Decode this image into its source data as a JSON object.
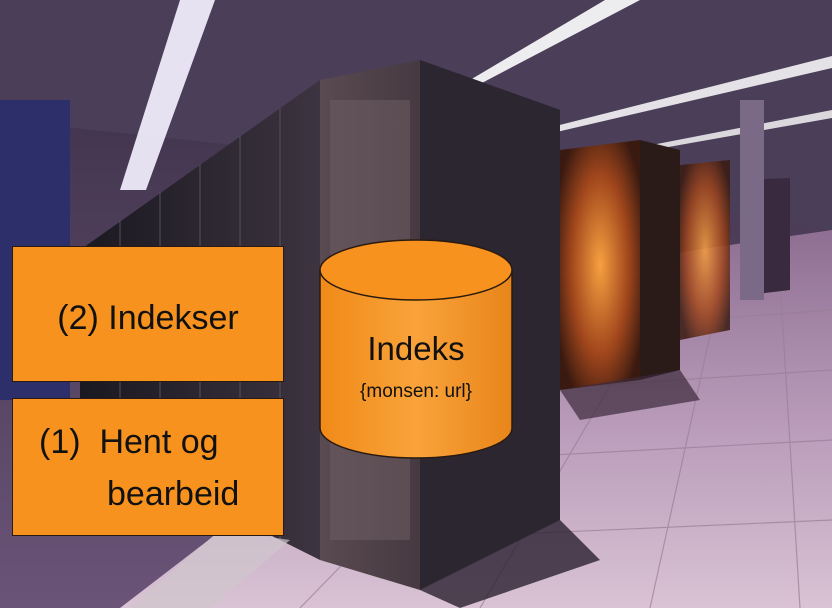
{
  "scene": {
    "description_icon": "server-room-photo"
  },
  "boxes": {
    "step2": "(2) Indekser",
    "step1_line1": "(1)  Hent og",
    "step1_line2": "bearbeid"
  },
  "database": {
    "title": "Indeks",
    "subtitle": "{monsen: url}"
  },
  "colors": {
    "box_fill": "#f7921e",
    "box_border": "#2a1a10"
  }
}
